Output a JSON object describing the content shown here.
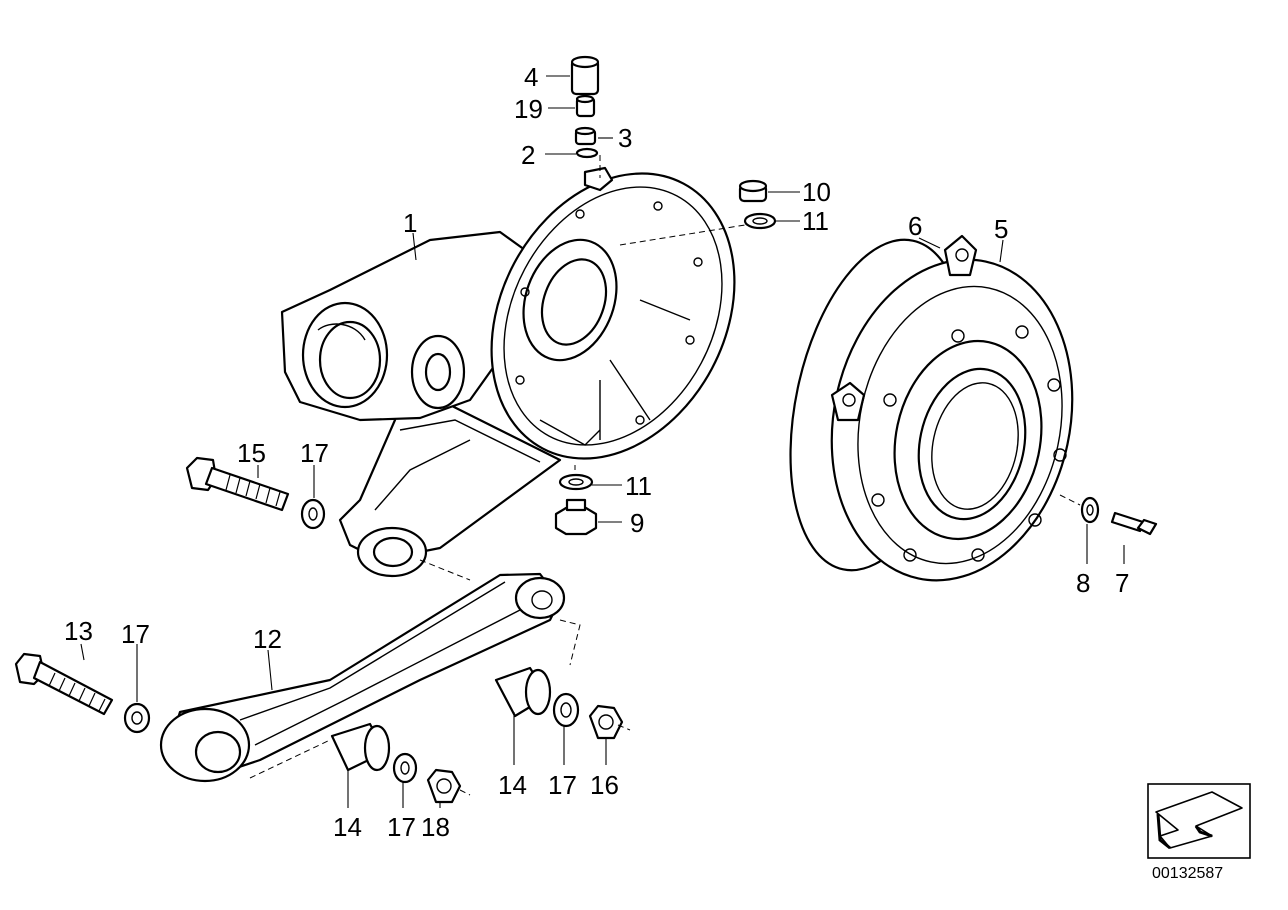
{
  "callouts": {
    "p1": "1",
    "p2": "2",
    "p3": "3",
    "p4": "4",
    "p5": "5",
    "p6": "6",
    "p7": "7",
    "p8": "8",
    "p9": "9",
    "p10": "10",
    "p11a": "11",
    "p11b": "11",
    "p12": "12",
    "p13": "13",
    "p14a": "14",
    "p14b": "14",
    "p15": "15",
    "p16": "16",
    "p17a": "17",
    "p17b": "17",
    "p17c": "17",
    "p17d": "17",
    "p18": "18",
    "p19": "19"
  },
  "reference": {
    "number": "00132587",
    "icon": "arrow-icon"
  }
}
